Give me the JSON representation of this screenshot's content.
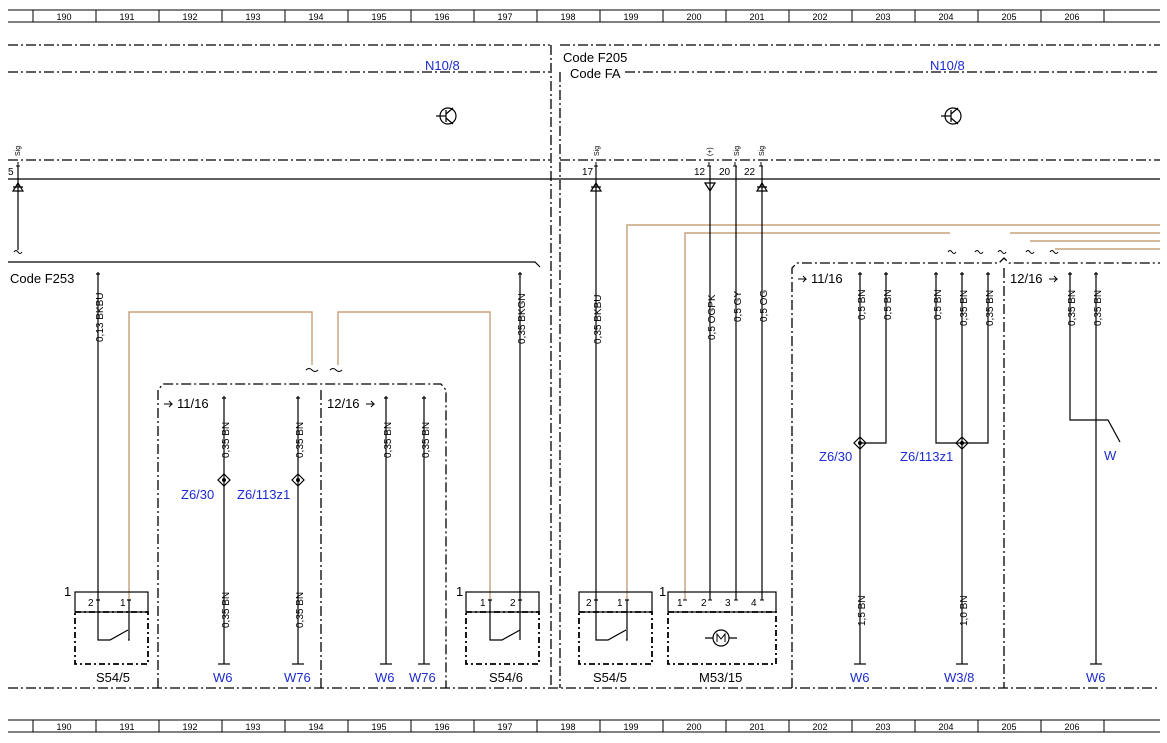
{
  "ruler": {
    "columns": [
      "190",
      "191",
      "192",
      "193",
      "194",
      "195",
      "196",
      "197",
      "198",
      "199",
      "200",
      "201",
      "202",
      "203",
      "204",
      "205",
      "206"
    ]
  },
  "codes": {
    "f253": "Code F253",
    "f205": "Code F205",
    "fa": "Code FA"
  },
  "modules": {
    "left": "N10/8",
    "right": "N10/8"
  },
  "connector_pins": {
    "left_edge": "5",
    "p17": "17",
    "p12": "12",
    "p20": "20",
    "p22": "22",
    "sig": "Sig",
    "plus": "(+)"
  },
  "wires": {
    "w_013bkbu": "0,13 BKBU",
    "w_035bkgn": "0,35 BKGN",
    "w_035bkbu": "0,35 BKBU",
    "w_05ogpk": "0,5 OGPK",
    "w_05gy": "0,5 GY",
    "w_05og": "0,5 OG",
    "w_035bn": "0,35 BN",
    "w_05bn": "0,5 BN",
    "w_15bn": "1,5 BN",
    "w_10bn": "1,0 BN"
  },
  "refs": {
    "r1116": "11/16",
    "r1216": "12/16"
  },
  "splices": {
    "z630": "Z6/30",
    "z6113z1": "Z6/113z1"
  },
  "grounds": {
    "w6": "W6",
    "w76": "W76",
    "w38": "W3/8",
    "w_partial": "W"
  },
  "components": {
    "s545": "S54/5",
    "s546": "S54/6",
    "m5315": "M53/15"
  },
  "component_pins": {
    "one": "1",
    "two": "2",
    "three": "3",
    "four": "4"
  }
}
